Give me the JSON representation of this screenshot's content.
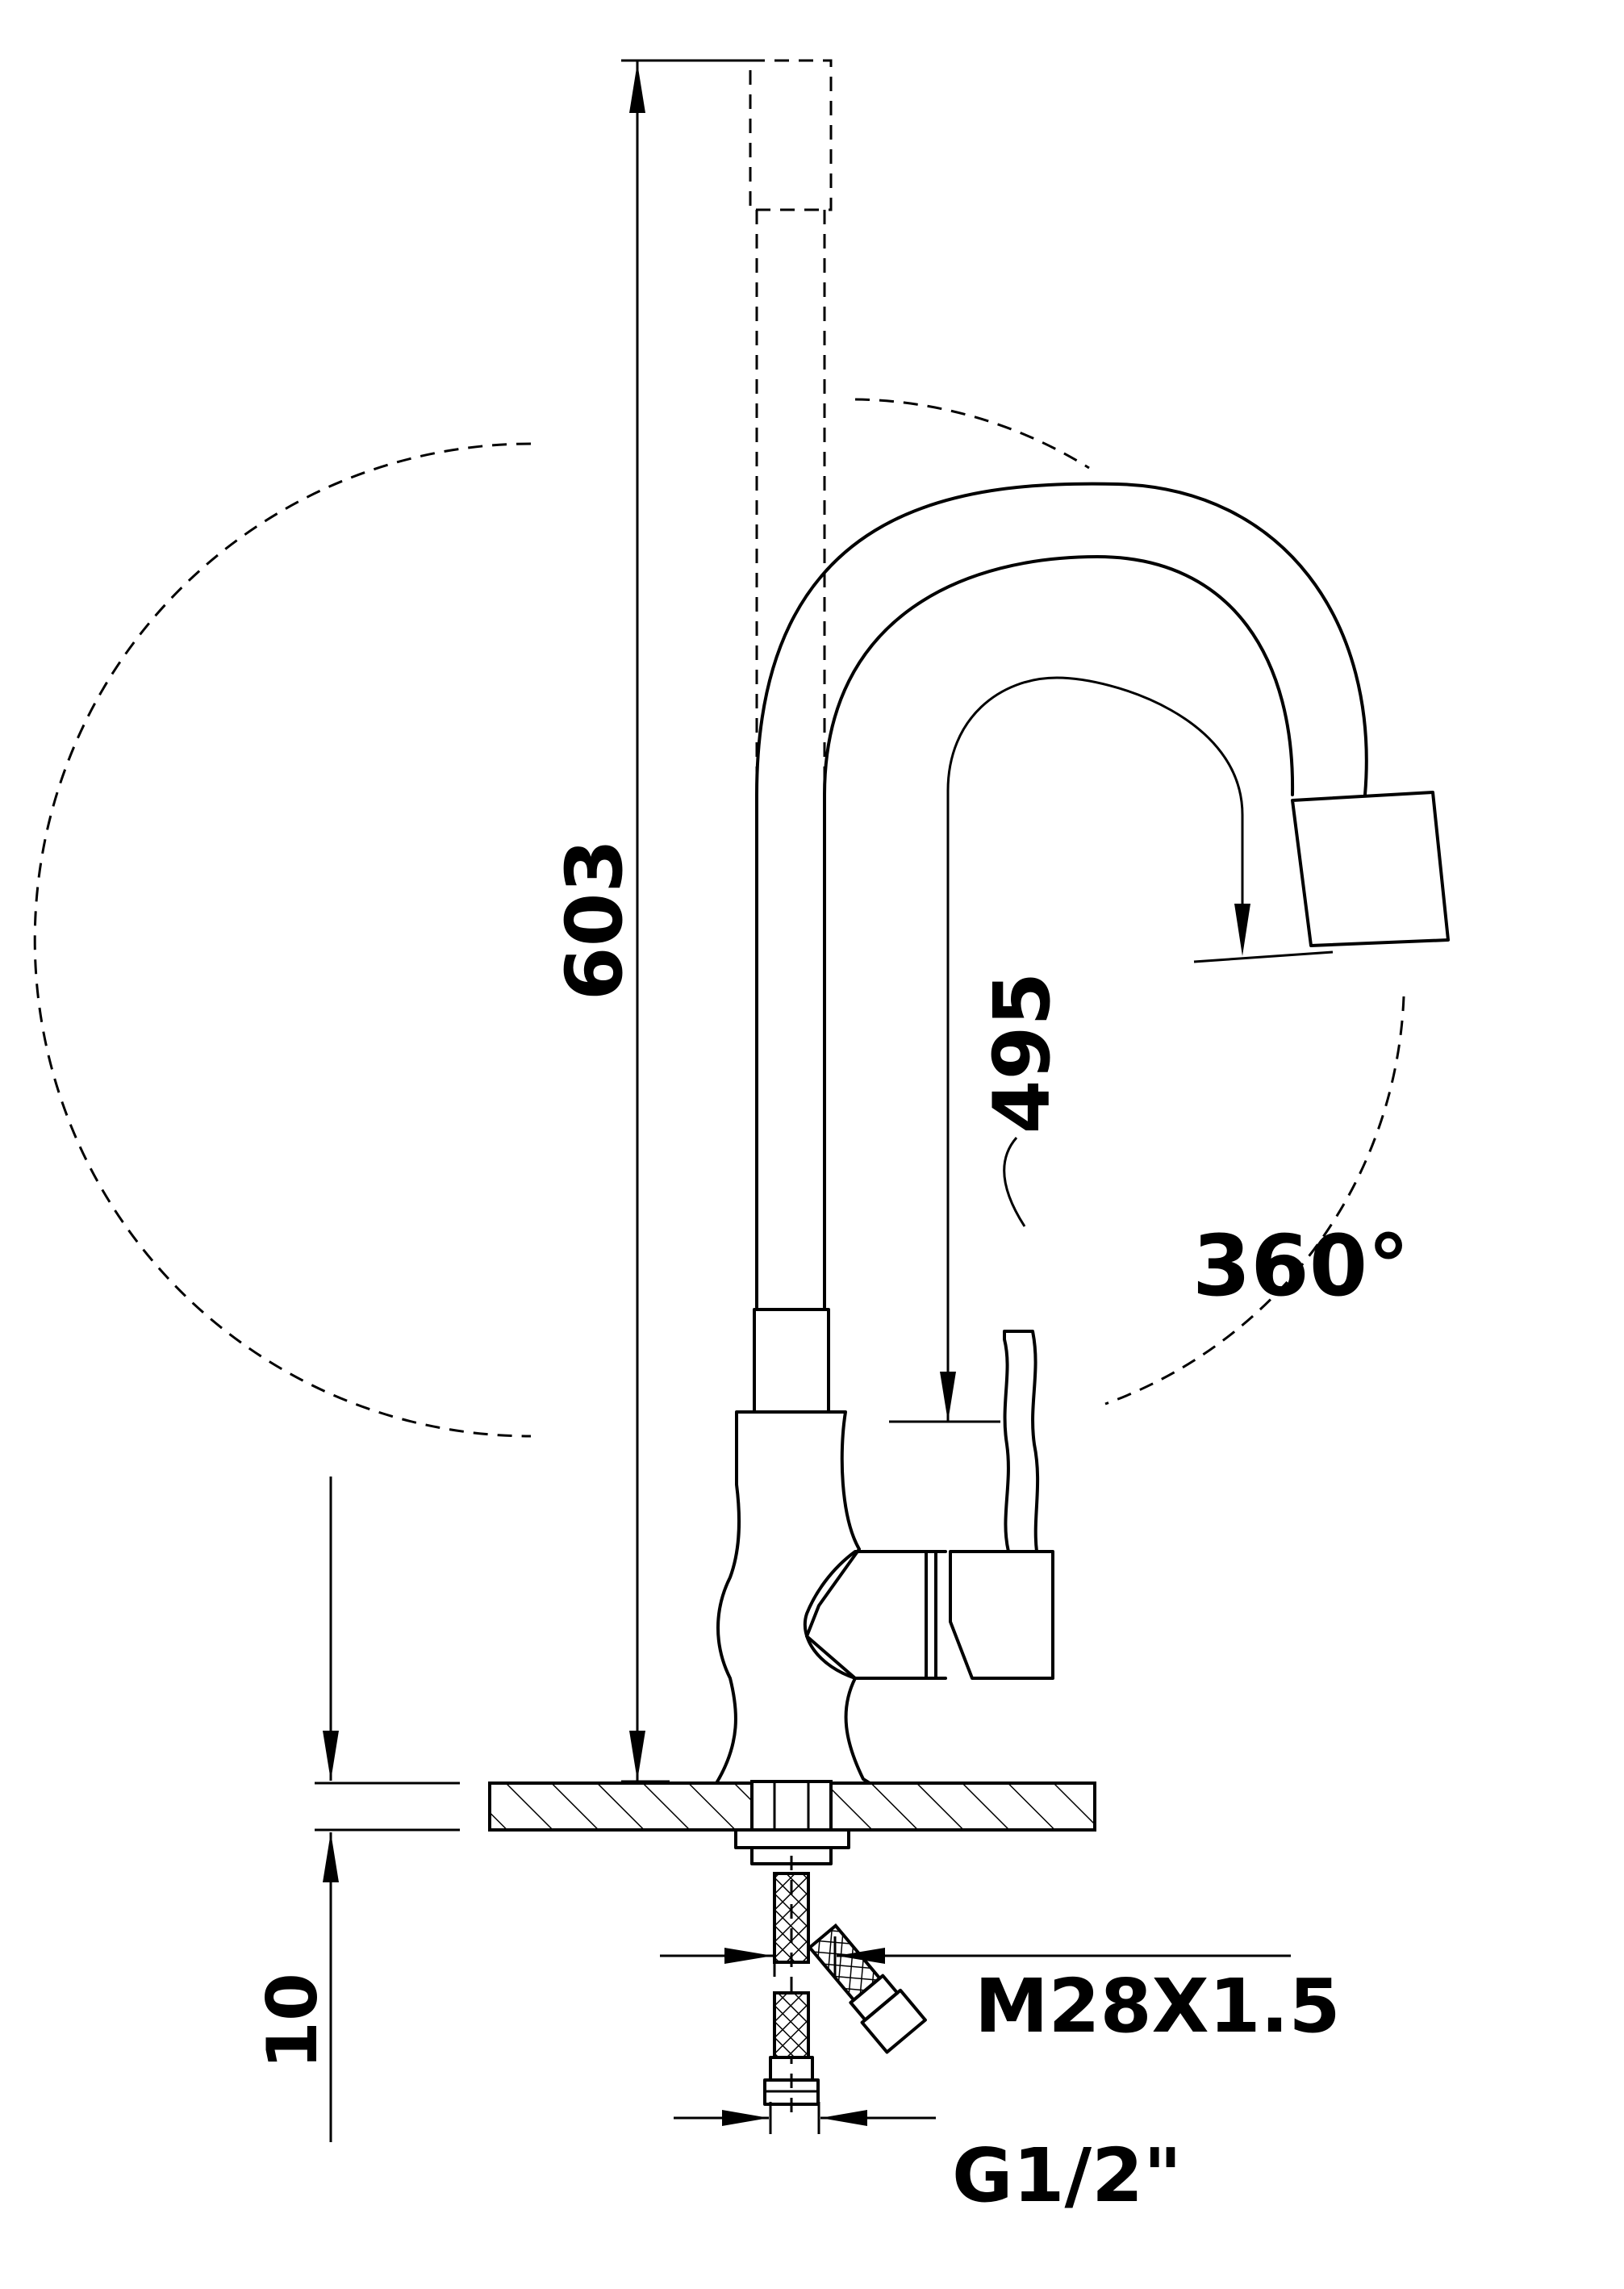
{
  "dimensions": {
    "overall_height": "603",
    "spout_height": "495",
    "rotation": "360°",
    "deck_thickness": "10",
    "thread_size": "M28X1.5",
    "hose_connection": "G1/2\""
  }
}
